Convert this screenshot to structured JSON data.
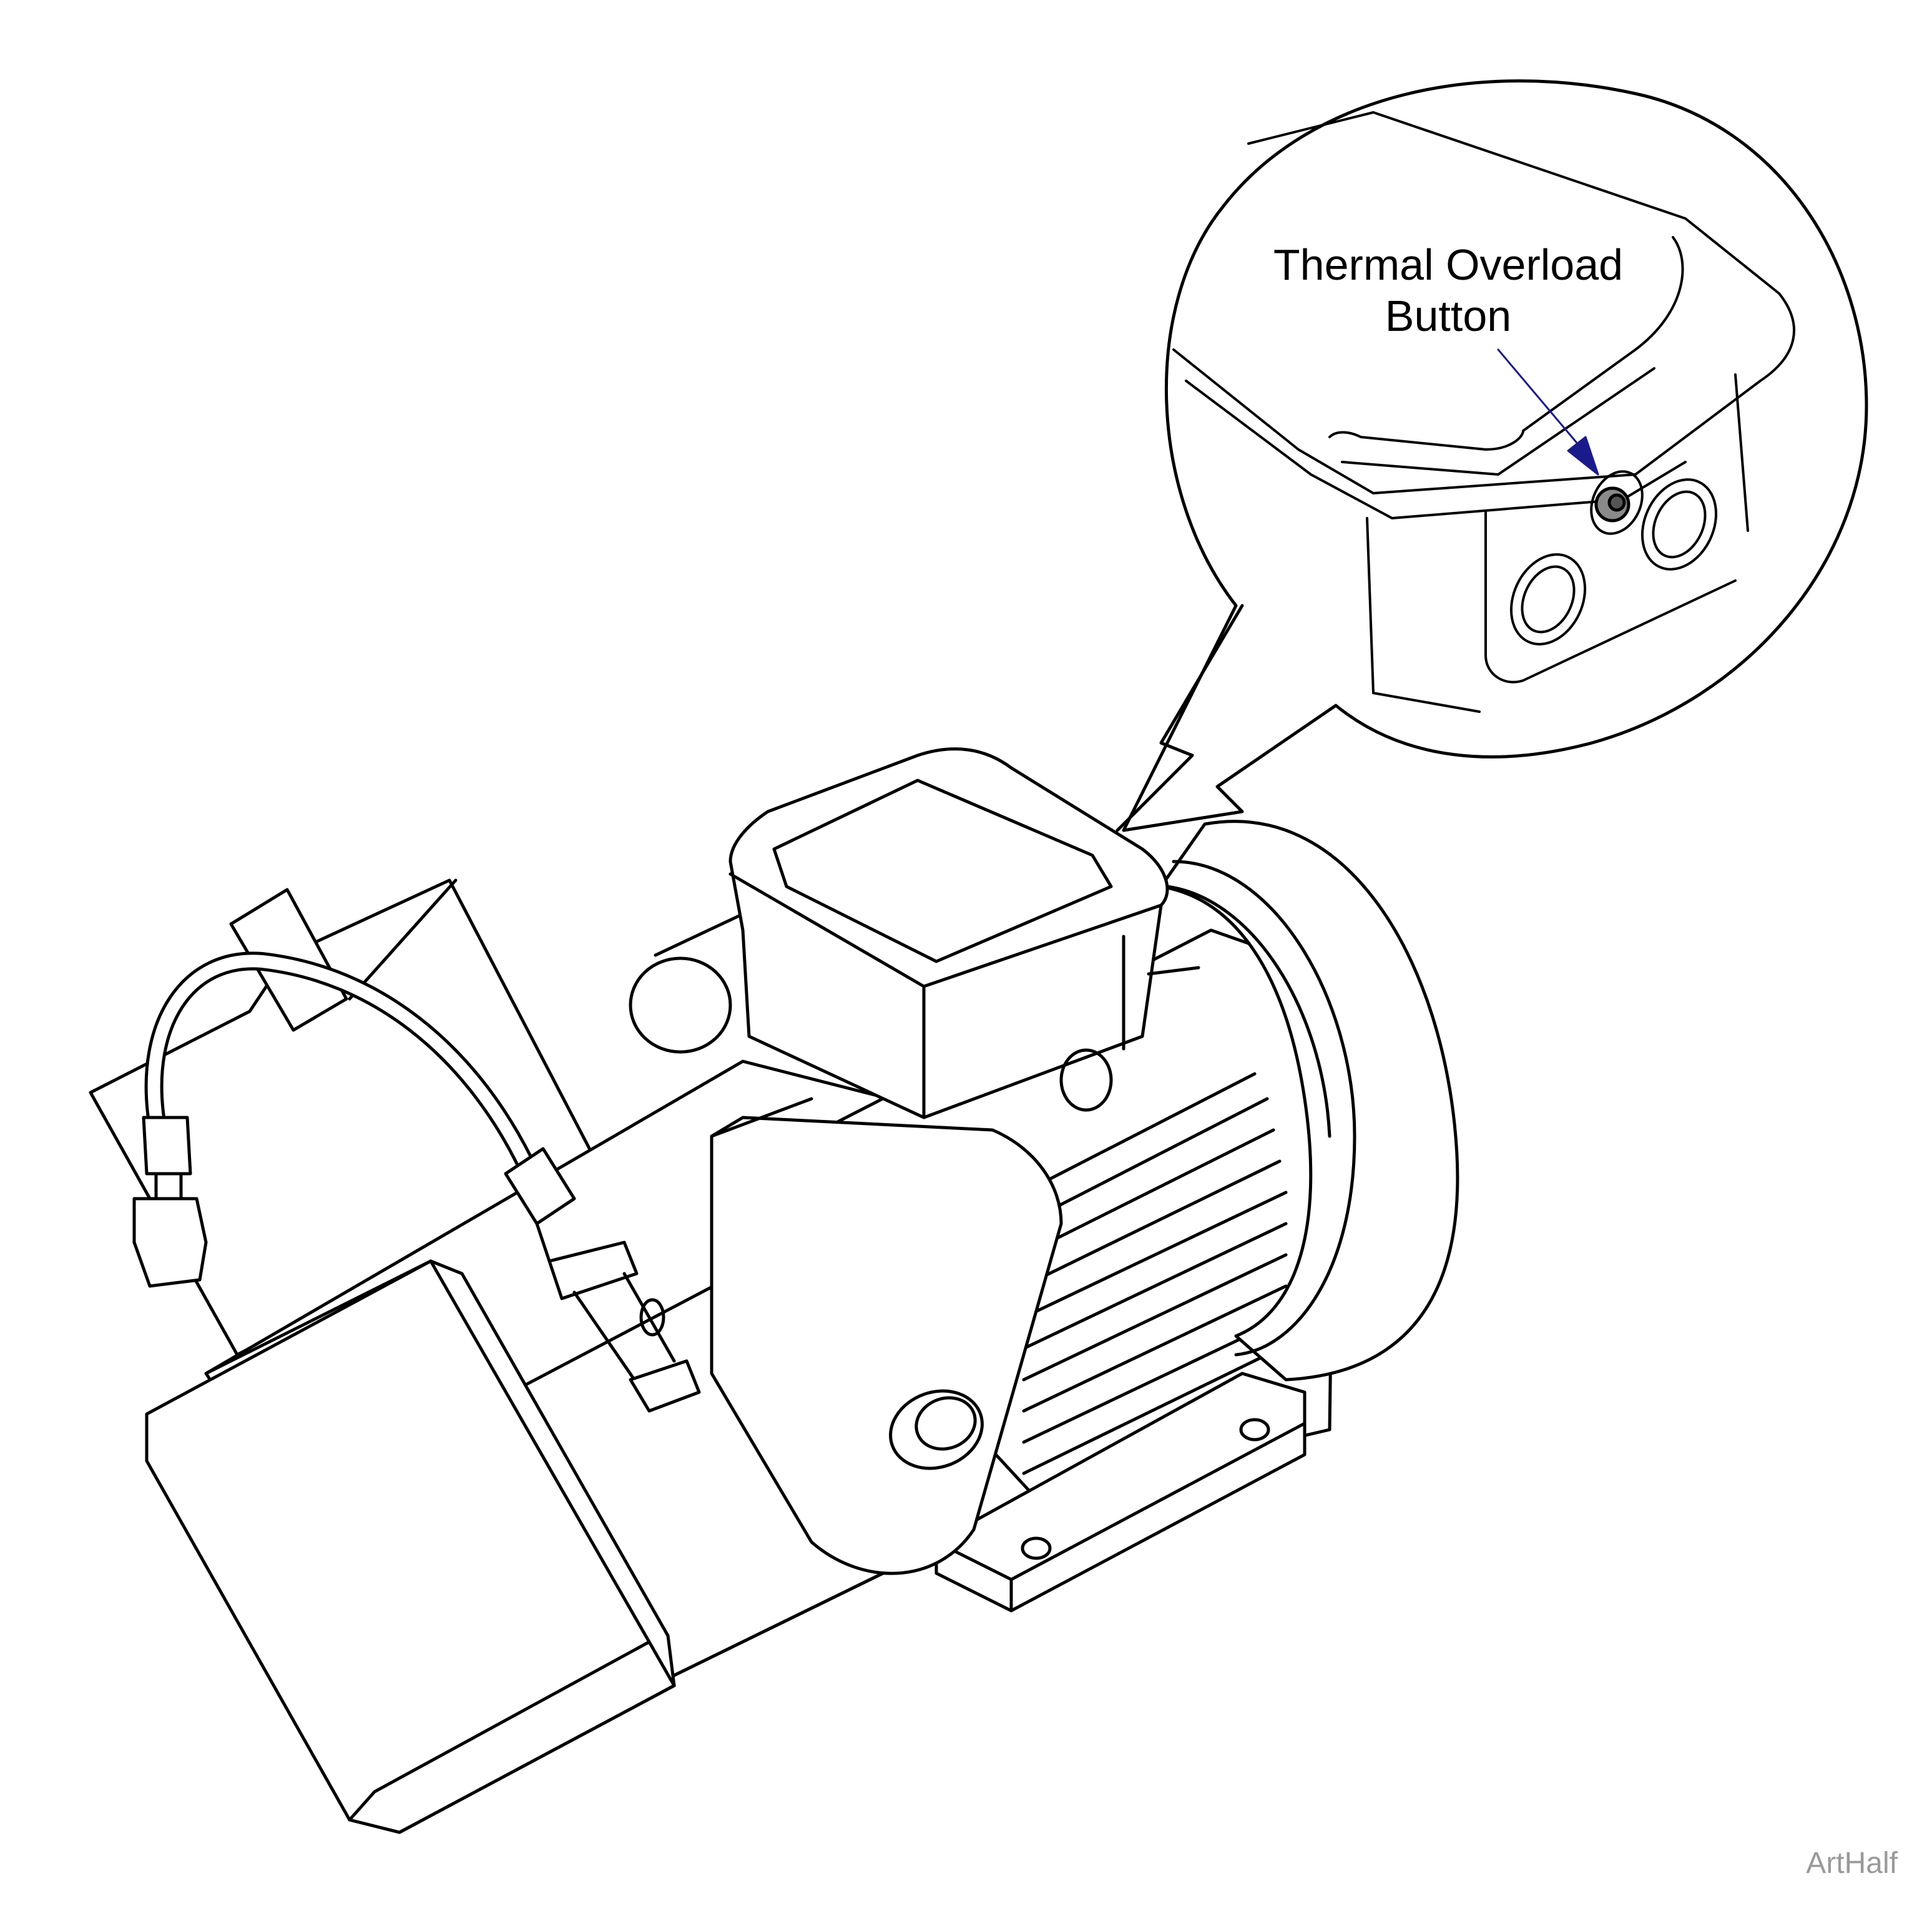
{
  "callout": {
    "line1": "Thermal Overload",
    "line2": "Button",
    "arrow_color": "#1a1a8c"
  },
  "watermark": "ArtHalf",
  "colors": {
    "ink": "#000000",
    "button_fill": "#8a8a8a",
    "watermark": "#9a9a9a"
  }
}
